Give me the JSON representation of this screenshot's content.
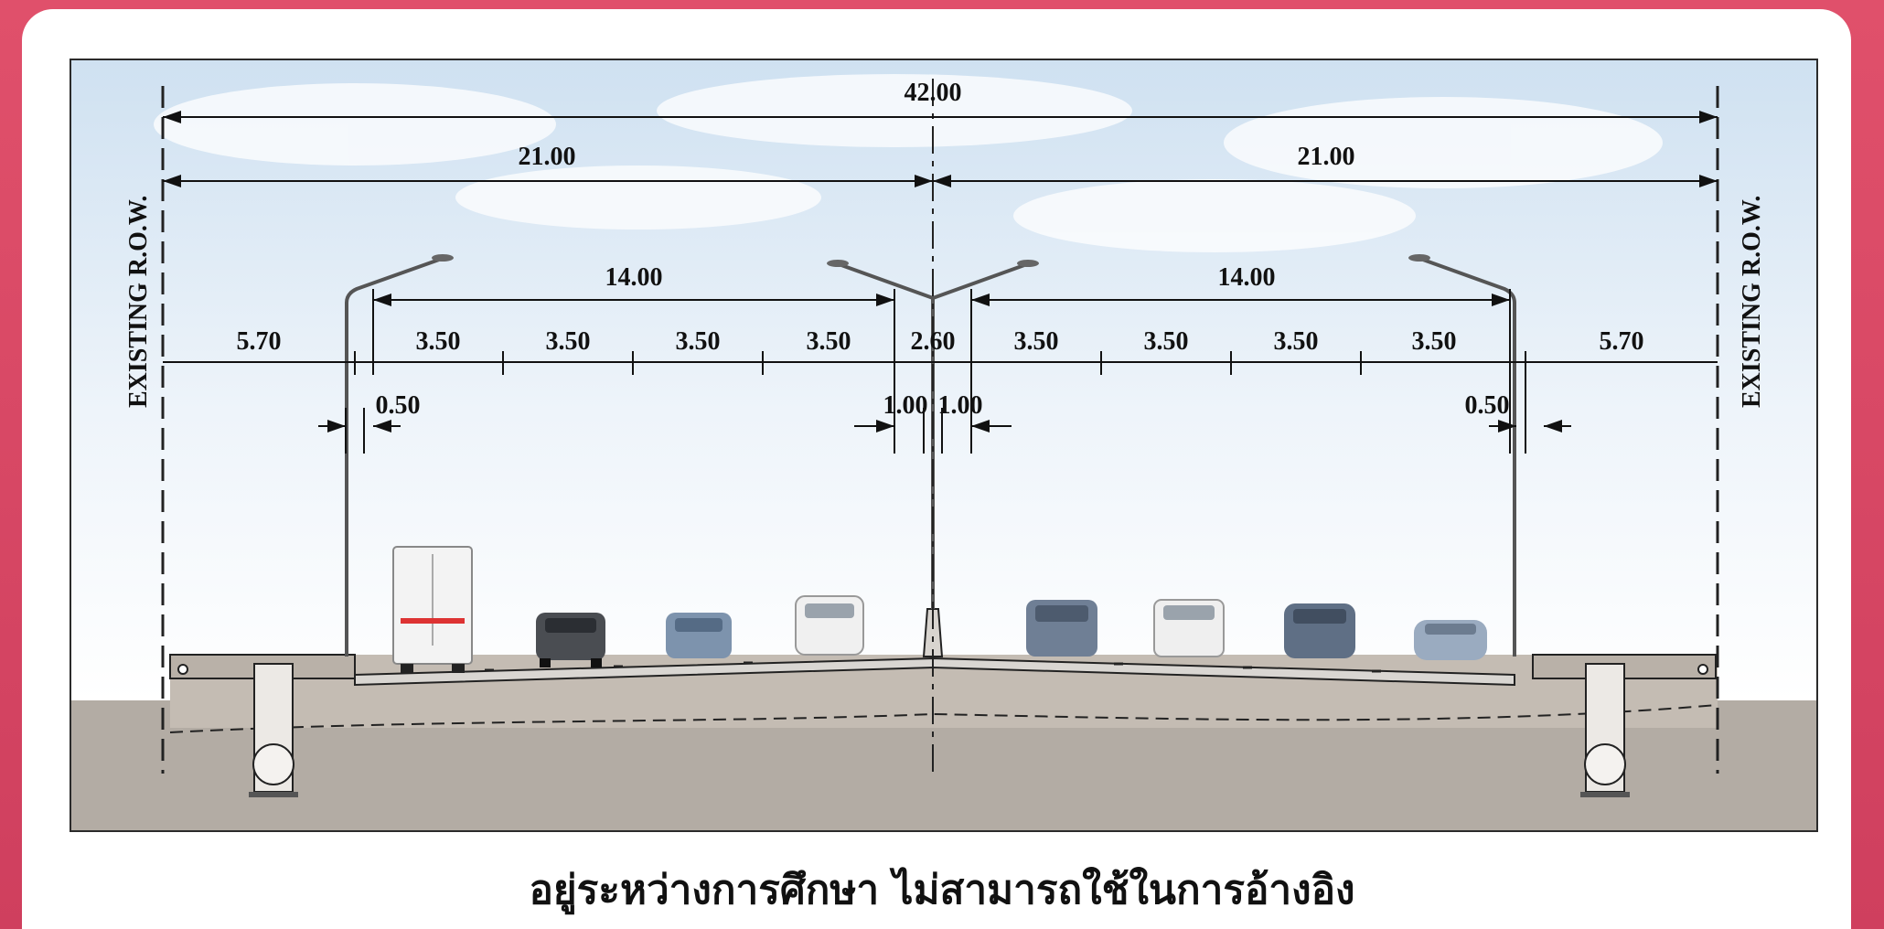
{
  "cross_section": {
    "row_label_left": "EXISTING R.O.W.",
    "row_label_right": "EXISTING R.O.W.",
    "total_width": "42.00",
    "half_left": "21.00",
    "half_right": "21.00",
    "carriageway_left": "14.00",
    "carriageway_right": "14.00",
    "sidewalk_left": "5.70",
    "sidewalk_right": "5.70",
    "lanes_left": [
      "3.50",
      "3.50",
      "3.50",
      "3.50"
    ],
    "lanes_right": [
      "3.50",
      "3.50",
      "3.50",
      "3.50"
    ],
    "median": "2.60",
    "median_left": "1.00",
    "median_right": "1.00",
    "shoulder_left": "0.50",
    "shoulder_right": "0.50"
  },
  "caption": "อยู่ระหว่างการศึกษา ไม่สามารถใช้ในการอ้างอิง"
}
